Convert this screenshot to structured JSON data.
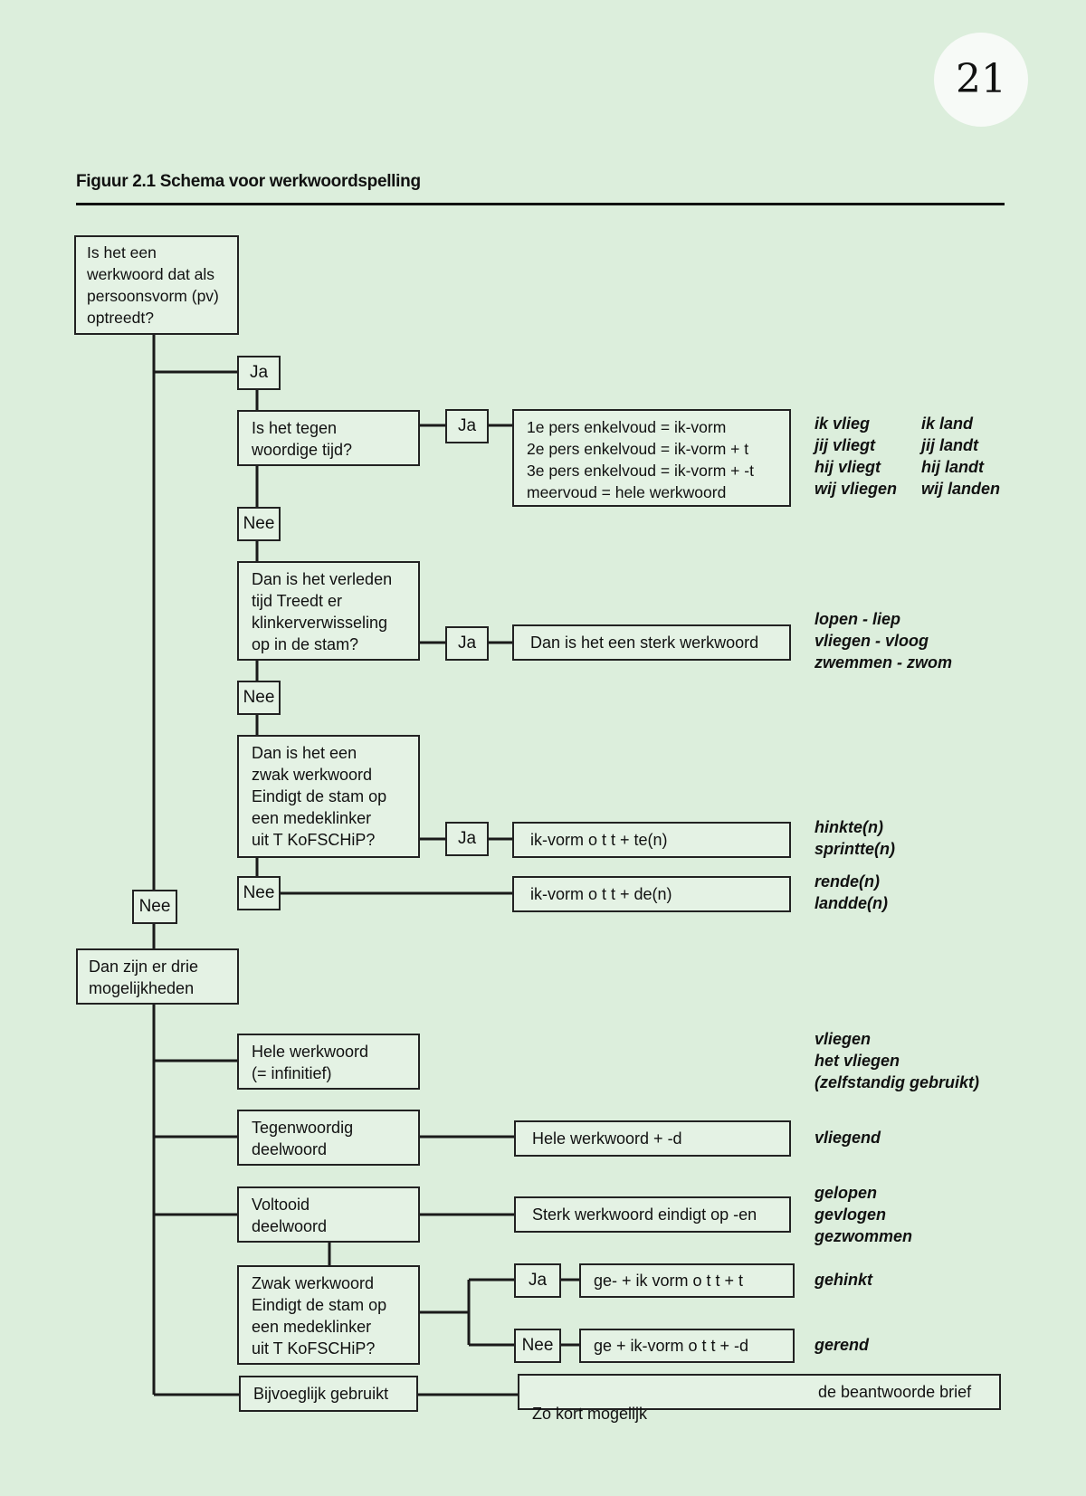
{
  "page_number": "21",
  "figure_title": "Figuur 2.1  Schema voor werkwoordspelling",
  "labels": {
    "ja": "Ja",
    "nee": "Nee"
  },
  "questions": {
    "q1": "Is het een\nwerkwoord dat als\npersoonsvorm (pv)\noptreedt?",
    "q2": "Is het tegen\nwoordige tijd?",
    "q3": "Dan is het verleden\ntijd  Treedt er\nklinkerverwisseling\nop in de stam?",
    "q4": "Dan is het een\nzwak werkwoord\nEindigt de stam op\neen medeklinker\nuit  T KoFSCHiP?",
    "q5": "Dan zijn er drie\nmogelijkheden"
  },
  "results": {
    "ott": "1e pers  enkelvoud = ik-vorm\n2e pers  enkelvoud = ik-vorm +  t\n3e pers  enkelvoud = ik-vorm + -t\nmeervoud = hele werkwoord",
    "sterk": "Dan is het een sterk werkwoord",
    "zwak_ja": "ik-vorm o t t  +  te(n)",
    "zwak_nee": "ik-vorm o t t  +  de(n)"
  },
  "options": {
    "infinitief": "Hele werkwoord\n(= infinitief)",
    "teg_deelwoord": "Tegenwoordig\ndeelwoord",
    "volt_deelwoord": "Voltooid\ndeelwoord",
    "zwak_q": "Zwak werkwoord\nEindigt de stam op\neen medeklinker\nuit  T KoFSCHiP?",
    "bijvoeglijk": "Bijvoeglijk gebruikt"
  },
  "option_results": {
    "teg": "Hele werkwoord + -d",
    "sterk_en": "Sterk werkwoord  eindigt op -en",
    "ge_t": "ge- + ik vorm o t t  +  t",
    "ge_d": "ge  + ik-vorm o t t  + -d",
    "kort": "Zo kort mogelijk",
    "kort_ex": "de beantwoorde brief"
  },
  "examples": {
    "vliegen_conj": "ik vlieg\njij vliegt\nhij vliegt\nwij vliegen",
    "landen_conj": "ik land\njij landt\nhij landt\nwij landen",
    "sterk_ex": "lopen - liep\nvliegen - vloog\nzwemmen - zwom",
    "te_ex": "hinkte(n)\nsprintte(n)",
    "de_ex": "rende(n)\nlandde(n)",
    "inf_ex": "vliegen\nhet vliegen\n(zelfstandig gebruikt)",
    "teg_ex": "vliegend",
    "volt_ex": "gelopen\ngevlogen\ngezwommen",
    "gehinkt": "gehinkt",
    "gerend": "gerend"
  }
}
